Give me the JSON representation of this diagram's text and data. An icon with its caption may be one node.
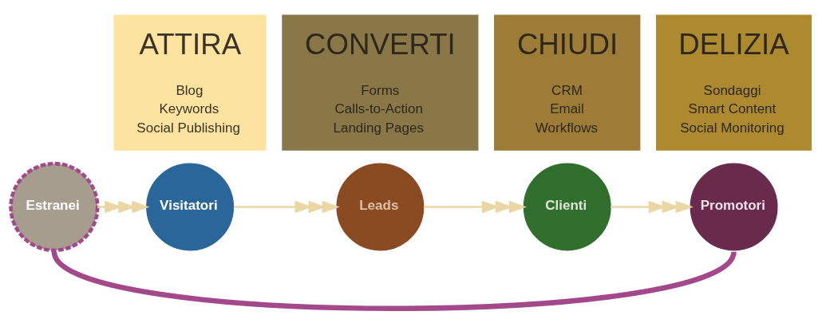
{
  "diagram": {
    "nodes": [
      {
        "text": [
          "ATTIRA",
          "Blog",
          "Keywords",
          "Social Publishing"
        ]
      },
      {
        "text": [
          "CONVERTI",
          "Forms",
          "Calls-to-Action",
          "Landing Pages"
        ]
      },
      {
        "text": [
          "CHIUDI",
          "CRM",
          "Email",
          "Workflows"
        ]
      },
      {
        "text": [
          "DELIZIA",
          "Sondaggi",
          "Smart Content",
          "Social Monitoring"
        ]
      },
      {
        "text": [
          "Estranei"
        ]
      },
      {
        "text": [
          "Visitatori"
        ]
      },
      {
        "text": [
          "Leads"
        ]
      },
      {
        "text": [
          "Clienti"
        ]
      },
      {
        "text": [
          "Promotori"
        ]
      }
    ],
    "edges": [
      {
        "from": 4,
        "to": 5,
        "arrow": "to"
      },
      {
        "from": 5,
        "to": 6,
        "arrow": "to"
      },
      {
        "from": 6,
        "to": 7,
        "arrow": "to"
      },
      {
        "from": 7,
        "to": 8,
        "arrow": "to"
      },
      {
        "from": 8,
        "to": 4,
        "arrow": "none",
        "style": "thick",
        "color": "#a3488b"
      }
    ]
  }
}
